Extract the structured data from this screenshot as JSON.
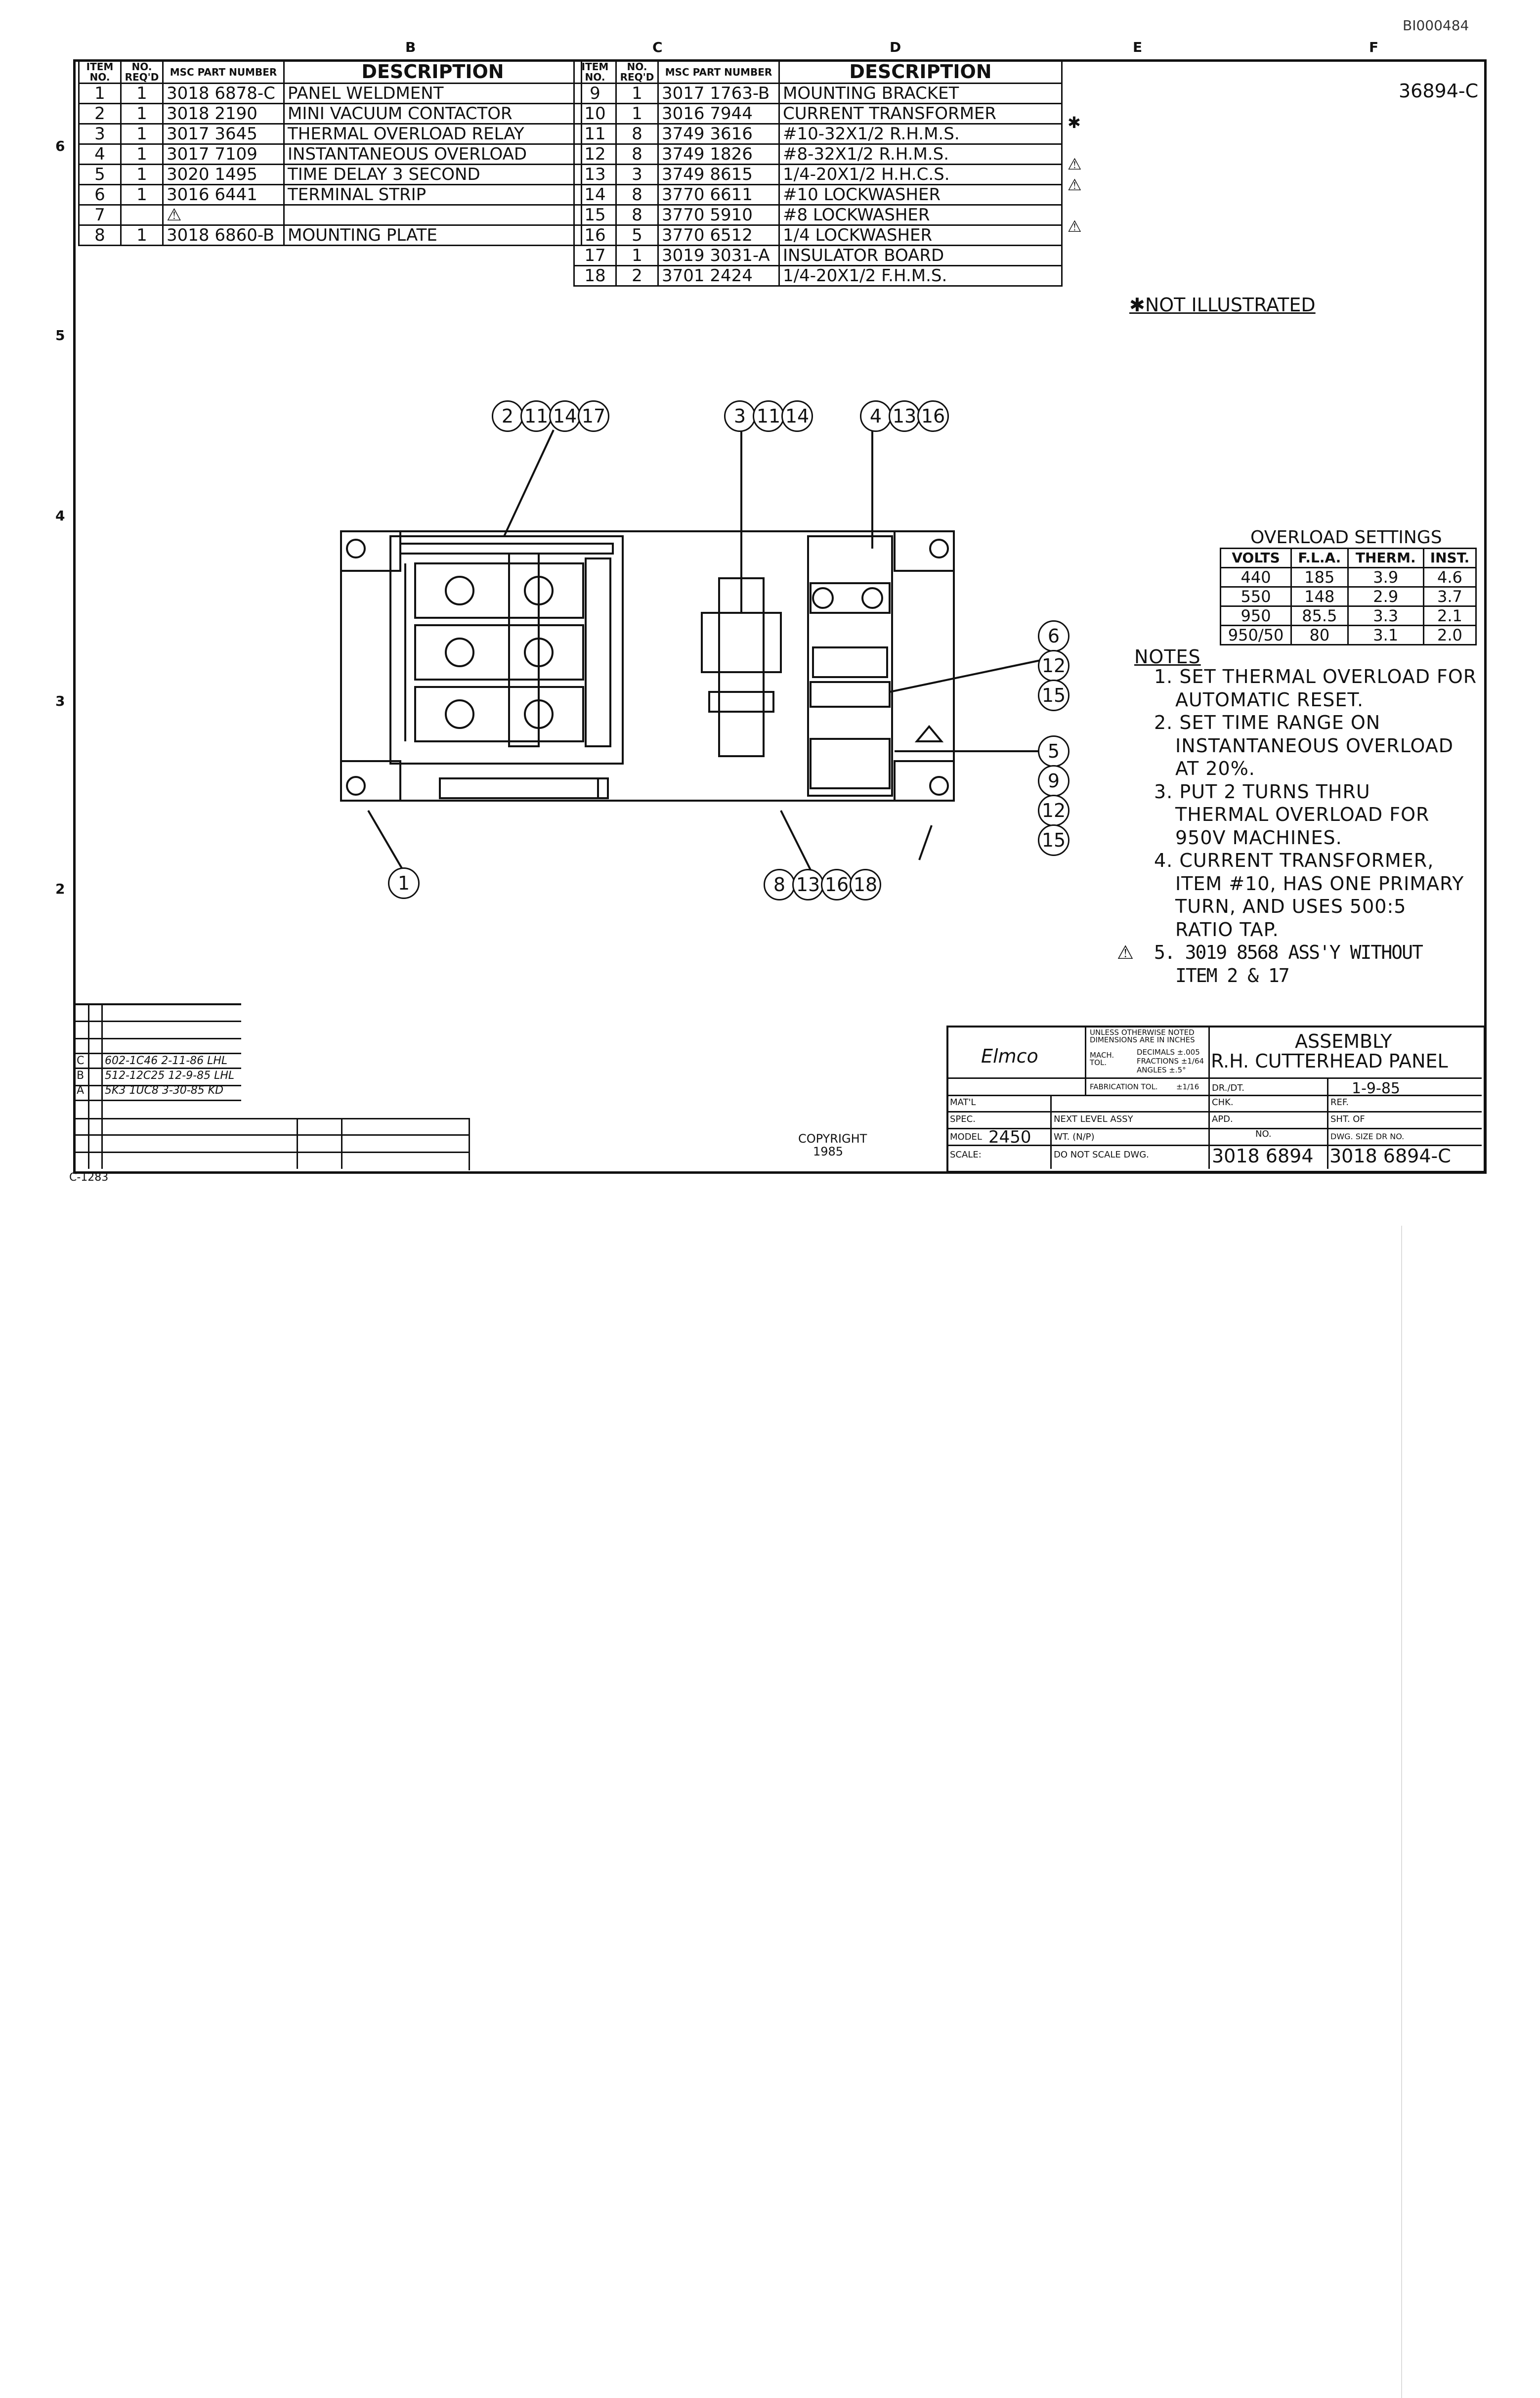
{
  "sheet": {
    "corner_id": "BI000484",
    "drawing_number_tag": "36894-C",
    "zone_letters": [
      "B",
      "C",
      "D",
      "E",
      "F"
    ],
    "zone_numbers": [
      "6",
      "5",
      "4",
      "3",
      "2"
    ]
  },
  "bom": {
    "headers": {
      "item_no": "ITEM NO.",
      "no_reqd": "NO. REQ'D",
      "part_number": "MSC PART NUMBER",
      "description": "DESCRIPTION"
    },
    "left": [
      {
        "item": "1",
        "qty": "1",
        "part": "3018 6878-C",
        "desc": "PANEL  WELDMENT"
      },
      {
        "item": "2",
        "qty": "1",
        "part": "3018 2190",
        "desc": "MINI VACUUM CONTACTOR"
      },
      {
        "item": "3",
        "qty": "1",
        "part": "3017 3645",
        "desc": "THERMAL OVERLOAD RELAY"
      },
      {
        "item": "4",
        "qty": "1",
        "part": "3017 7109",
        "desc": "INSTANTANEOUS OVERLOAD"
      },
      {
        "item": "5",
        "qty": "1",
        "part": "3020 1495",
        "desc": "TIME DELAY 3 SECOND"
      },
      {
        "item": "6",
        "qty": "1",
        "part": "3016 6441",
        "desc": "TERMINAL STRIP"
      },
      {
        "item": "7",
        "qty": "",
        "part": "⚠",
        "desc": ""
      },
      {
        "item": "8",
        "qty": "1",
        "part": "3018 6860-B",
        "desc": "MOUNTING PLATE"
      }
    ],
    "right": [
      {
        "item": "9",
        "qty": "1",
        "part": "3017 1763-B",
        "desc": "MOUNTING BRACKET",
        "mark": ""
      },
      {
        "item": "10",
        "qty": "1",
        "part": "3016 7944",
        "desc": "CURRENT TRANSFORMER",
        "mark": "✱"
      },
      {
        "item": "11",
        "qty": "8",
        "part": "3749 3616",
        "desc": "#10-32X1/2 R.H.M.S.",
        "mark": ""
      },
      {
        "item": "12",
        "qty": "8",
        "part": "3749 1826",
        "desc": "#8-32X1/2 R.H.M.S.",
        "mark": "⚠"
      },
      {
        "item": "13",
        "qty": "3",
        "part": "3749 8615",
        "desc": "1/4-20X1/2 H.H.C.S.",
        "mark": "⚠"
      },
      {
        "item": "14",
        "qty": "8",
        "part": "3770 6611",
        "desc": "#10 LOCKWASHER",
        "mark": ""
      },
      {
        "item": "15",
        "qty": "8",
        "part": "3770 5910",
        "desc": "#8 LOCKWASHER",
        "mark": "⚠"
      },
      {
        "item": "16",
        "qty": "5",
        "part": "3770 6512",
        "desc": "1/4 LOCKWASHER",
        "mark": ""
      },
      {
        "item": "17",
        "qty": "1",
        "part": "3019 3031-A",
        "desc": "INSULATOR BOARD",
        "mark": ""
      },
      {
        "item": "18",
        "qty": "2",
        "part": "3701 2424",
        "desc": "1/4-20X1/2 F.H.M.S.",
        "mark": ""
      }
    ]
  },
  "not_illustrated": "✱NOT ILLUSTRATED",
  "callouts": {
    "top_left": [
      "2",
      "11",
      "14",
      "17"
    ],
    "top_mid": [
      "3",
      "11",
      "14"
    ],
    "top_right": [
      "4",
      "13",
      "16"
    ],
    "right_upper": [
      "6",
      "12",
      "15"
    ],
    "right_lower": [
      "5",
      "9",
      "12",
      "15"
    ],
    "bottom_left": [
      "1"
    ],
    "bottom_mid": [
      "8",
      "13",
      "16",
      "18"
    ]
  },
  "overload": {
    "title": "OVERLOAD SETTINGS",
    "headers": [
      "VOLTS",
      "F.L.A.",
      "THERM.",
      "INST."
    ],
    "rows": [
      [
        "440",
        "185",
        "3.9",
        "4.6"
      ],
      [
        "550",
        "148",
        "2.9",
        "3.7"
      ],
      [
        "950",
        "85.5",
        "3.3",
        "2.1"
      ],
      [
        "950/50",
        "80",
        "3.1",
        "2.0"
      ]
    ]
  },
  "notes": {
    "title": "NOTES",
    "lines": [
      "1. SET  THERMAL OVERLOAD FOR",
      "AUTOMATIC  RESET.",
      "2. SET  TIME  RANGE  ON",
      "INSTANTANEOUS  OVERLOAD",
      "AT  20%.",
      "3. PUT  2  TURNS  THRU",
      "THERMAL  OVERLOAD  FOR",
      "950V  MACHINES.",
      "4. CURRENT  TRANSFORMER,",
      "ITEM  #10,  HAS  ONE  PRIMARY",
      "TURN,  AND  USES  500:5",
      "RATIO  TAP.",
      "5.  3019  8568  ASS'Y  WITHOUT",
      "ITEM  2 & 17"
    ]
  },
  "title_block": {
    "company": "Elmco",
    "title_line1": "ASSEMBLY",
    "title_line2": "R.H. CUTTERHEAD PANEL",
    "tolerance_note": "UNLESS OTHERWISE NOTED DIMENSIONS ARE IN INCHES",
    "decimals": "DECIMALS ±.005",
    "fractions": "FRACTIONS ±1/64",
    "angles": "ANGLES ±.5°",
    "mach_tol": "MACH. TOL.",
    "fab_tol": "FABRICATION TOL.",
    "fab_value": "±1/16",
    "dr": "DR./DT.",
    "date": "1-9-85",
    "chk": "CHK.",
    "apd": "APD.",
    "ref": "REF.",
    "sht": "SHT.  OF",
    "matl": "MAT'L",
    "spec": "SPEC.",
    "model_label": "MODEL",
    "model": "2450",
    "next_level": "NEXT LEVEL ASSY",
    "wt": "WT. (N/P)",
    "scale": "SCALE:",
    "do_not_scale": "DO NOT SCALE DWG.",
    "no_label": "NO.",
    "dwg_size": "DWG. SIZE DR NO.",
    "number": "3018 6894",
    "number_full": "3018 6894-C",
    "copyright": "COPYRIGHT",
    "copyright_year": "1985"
  },
  "revisions": [
    {
      "rev": "C",
      "text": "602-1C46  2-11-86  LHL"
    },
    {
      "rev": "B",
      "text": "512-12C25  12-9-85  LHL"
    },
    {
      "rev": "A",
      "text": "5K3  1UC8  3-30-85  KD"
    }
  ],
  "form_number": "C-1283"
}
